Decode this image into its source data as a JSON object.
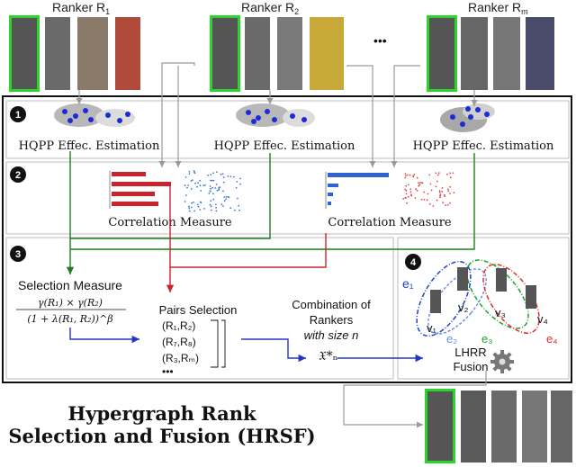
{
  "rankers": [
    {
      "label": "Ranker R",
      "sub": "1"
    },
    {
      "label": "Ranker R",
      "sub": "2"
    },
    {
      "label": "Ranker R",
      "sub": "m"
    }
  ],
  "ellipsis": "•••",
  "steps": {
    "s1": "1",
    "s2": "2",
    "s3": "3",
    "s4": "4"
  },
  "hqpp_label": "HQPP Effec. Estimation",
  "correlation_label": "Correlation Measure",
  "selection": {
    "title": "Selection Measure",
    "formula_num": "γ(R₁) × γ(R₂)",
    "formula_den": "(1 + λ(R₁, R₂))^β"
  },
  "pairs": {
    "title": "Pairs Selection",
    "items": [
      "(R₁,R₂)",
      "(R₇,R₈)",
      "(R₃,Rₘ)"
    ],
    "more": "•••"
  },
  "combination": {
    "line1": "Combination of",
    "line2": "Rankers",
    "line3": "with size n",
    "symbol": "𝔛*ₙ"
  },
  "hypergraph": {
    "edges": [
      "e₁",
      "e₂",
      "e₃",
      "e₄"
    ],
    "vertices": [
      "v₁",
      "v₂",
      "v₃",
      "v₄"
    ],
    "edge_colors": [
      "#1f3fd0",
      "#6c8ee8",
      "#1aa52a",
      "#e0302a"
    ]
  },
  "fusion": {
    "line1": "LHRR",
    "line2": "Fusion"
  },
  "title": {
    "line1": "Hypergraph Rank",
    "line2": "Selection and Fusion (HRSF)"
  },
  "colors": {
    "green_line": "#1f7d1f",
    "red_line": "#c9242c",
    "blue_line": "#2236c8",
    "gray_line": "#9a9a9a",
    "highlight": "#2bd42b"
  }
}
